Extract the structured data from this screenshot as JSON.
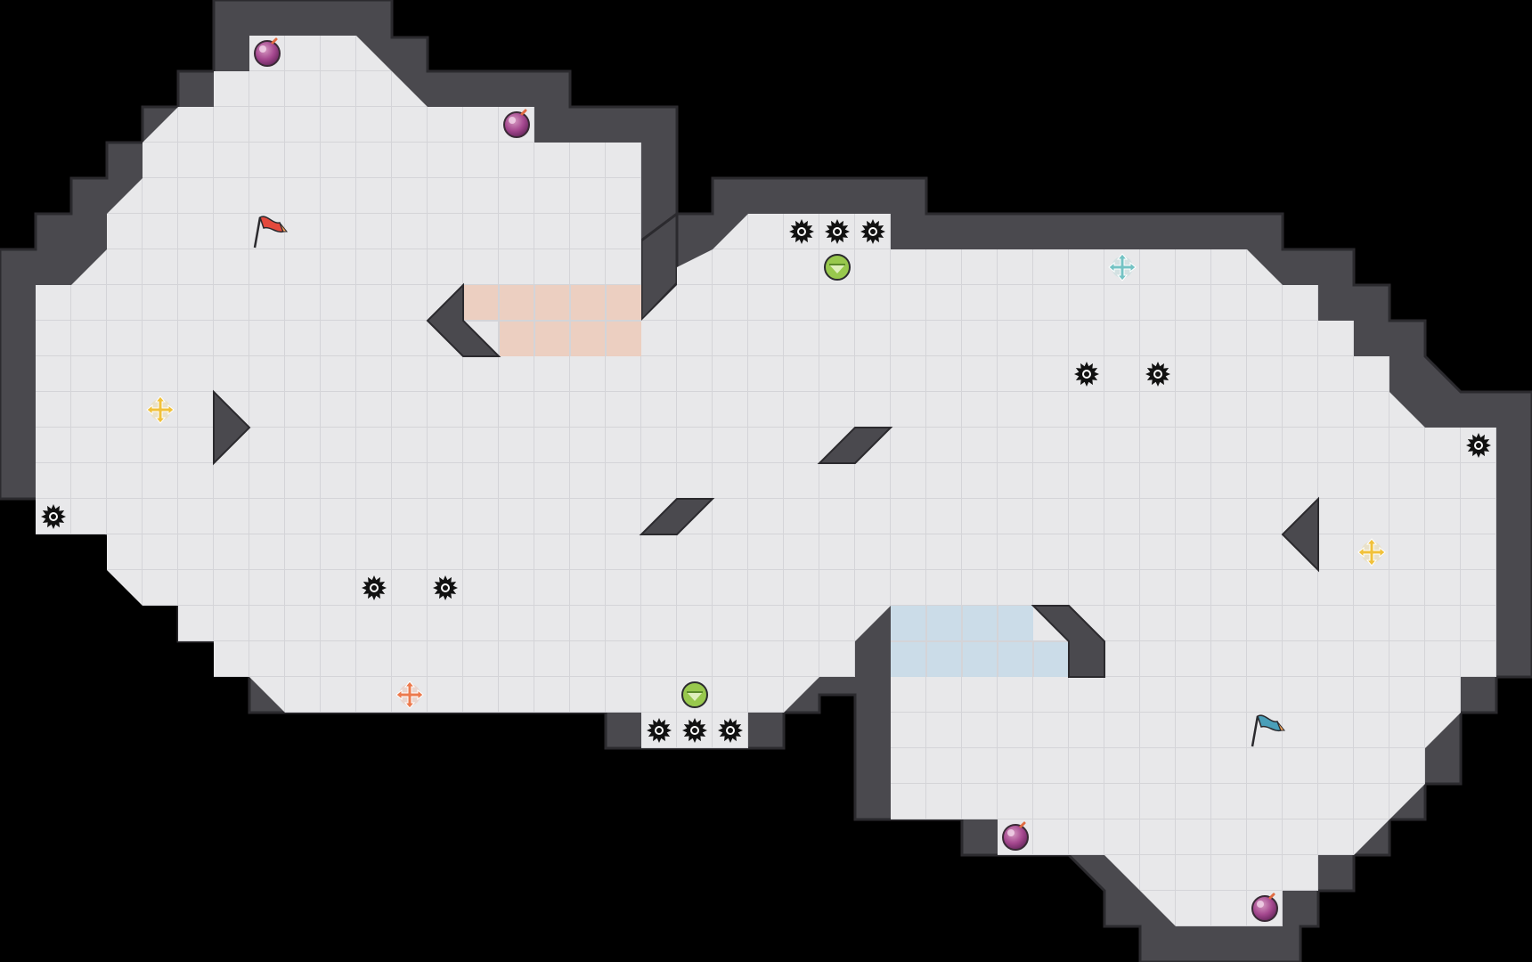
{
  "colors": {
    "background": "#000000",
    "wall": "#4a494e",
    "wall_edge": "#2b2a2e",
    "floor": "#e8e8ea",
    "grid_line": "#d4d4d8",
    "red_zone": "#eccdbf",
    "blue_zone": "#c9dbe8",
    "red_team": "#e3493d",
    "blue_team": "#4a9fb9",
    "boost_yellow": "#f1c13a",
    "boost_orange": "#ec7a4d",
    "boost_teal": "#74c3c4",
    "bomb": "#a5488f",
    "spike": "#111111",
    "gate_ball": "#98c84d"
  },
  "map": {
    "tiles": [
      {
        "kind": "red-flag",
        "icon": "red-flag-icon"
      },
      {
        "kind": "blue-flag",
        "icon": "blue-flag-icon"
      },
      {
        "kind": "bomb",
        "icon": "bomb-icon"
      },
      {
        "kind": "spike",
        "icon": "spike-icon"
      },
      {
        "kind": "team-boost",
        "icon": "boost-icon"
      },
      {
        "kind": "neutral-boost",
        "icon": "boost-icon"
      },
      {
        "kind": "powerup",
        "icon": "powerup-icon"
      }
    ]
  }
}
